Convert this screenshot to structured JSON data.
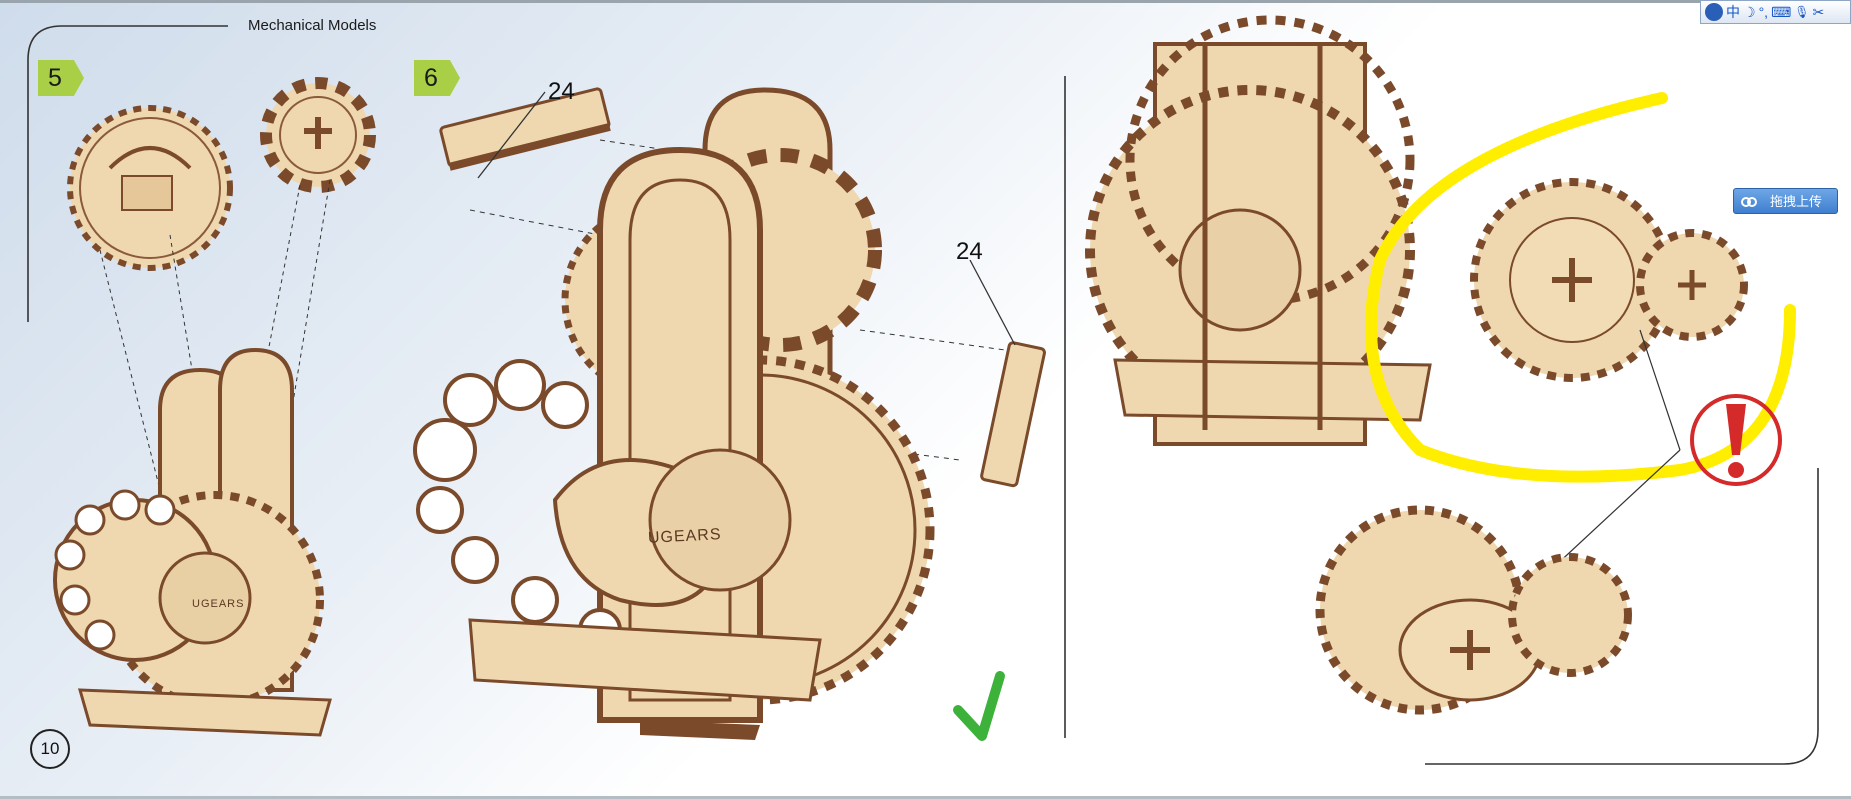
{
  "header": {
    "title": "Mechanical Models"
  },
  "steps": [
    {
      "number": "5"
    },
    {
      "number": "6"
    }
  ],
  "part_labels": [
    "24",
    "24"
  ],
  "branding": {
    "logo_text": "UGEARS"
  },
  "page": {
    "number": "10"
  },
  "overlay": {
    "upload_button_label": "拖拽上传",
    "ime_toolbar": {
      "mode_label": "中",
      "moon": "☽",
      "dot": "°,",
      "keyboard": "⌨",
      "mic": "🎙",
      "tools": "✂"
    }
  },
  "colors": {
    "wood": "#efd8b0",
    "wood_edge": "#7a4a2b",
    "step_badge": "#a9cf46",
    "checkmark": "#3db23a",
    "highlight": "#ffee00",
    "warning": "#d42a2a"
  }
}
